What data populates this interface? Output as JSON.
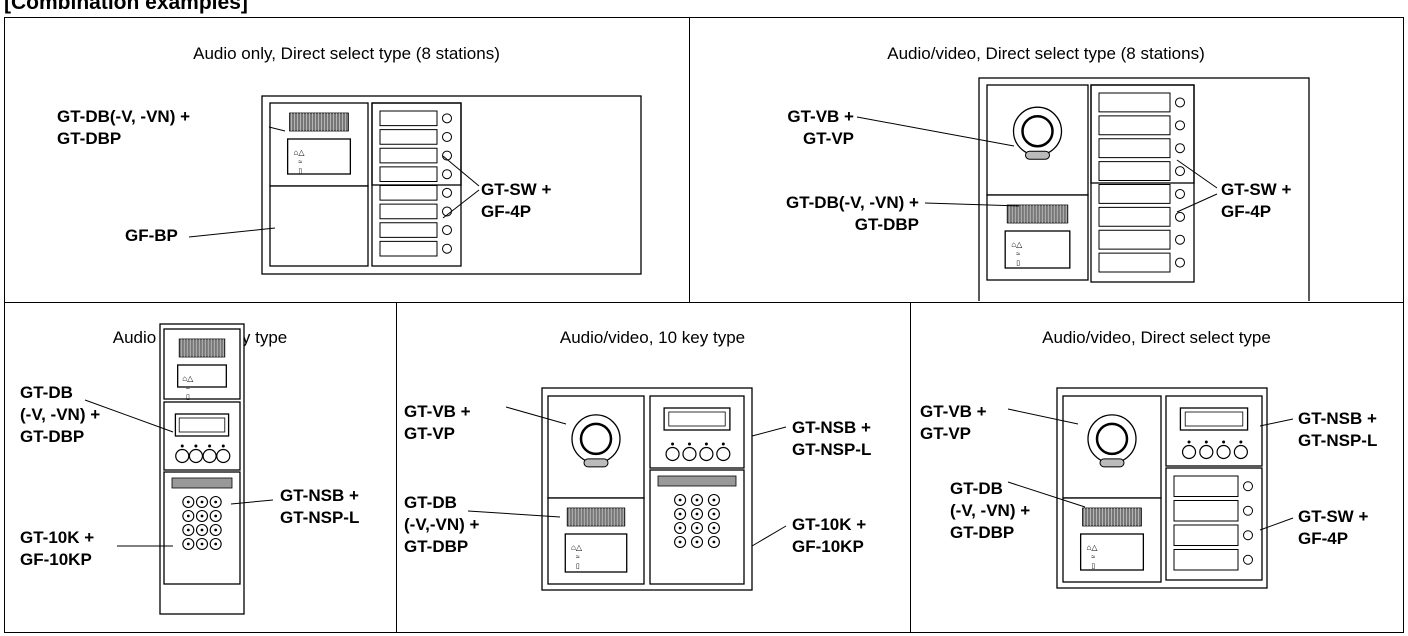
{
  "page": {
    "title": "[Combination examples]"
  },
  "panels": [
    {
      "title": "Audio only, Direct select type (8 stations)",
      "labels": {
        "db": [
          "GT-DB(-V, -VN) +",
          "GT-DBP"
        ],
        "bp": [
          "GF-BP"
        ],
        "sw": [
          "GT-SW +",
          "GF-4P"
        ]
      }
    },
    {
      "title": "Audio/video, Direct select type (8 stations)",
      "labels": {
        "vb": [
          "GT-VB +",
          "GT-VP"
        ],
        "db": [
          "GT-DB(-V, -VN) +",
          "GT-DBP"
        ],
        "sw": [
          "GT-SW +",
          "GF-4P"
        ]
      }
    },
    {
      "title": "Audio only, 10 key type",
      "labels": {
        "db": [
          "GT-DB",
          "(-V, -VN) +",
          "GT-DBP"
        ],
        "k10": [
          "GT-10K +",
          "GF-10KP"
        ],
        "nsb": [
          "GT-NSB +",
          "GT-NSP-L"
        ]
      }
    },
    {
      "title": "Audio/video, 10 key type",
      "labels": {
        "vb": [
          "GT-VB +",
          "GT-VP"
        ],
        "db": [
          "GT-DB",
          "(-V,-VN) +",
          "GT-DBP"
        ],
        "nsb": [
          "GT-NSB +",
          "GT-NSP-L"
        ],
        "k10": [
          "GT-10K +",
          "GF-10KP"
        ]
      }
    },
    {
      "title": "Audio/video, Direct select type",
      "labels": {
        "vb": [
          "GT-VB +",
          "GT-VP"
        ],
        "db": [
          "GT-DB",
          "(-V, -VN) +",
          "GT-DBP"
        ],
        "nsb": [
          "GT-NSB +",
          "GT-NSP-L"
        ],
        "sw": [
          "GT-SW +",
          "GF-4P"
        ]
      }
    }
  ]
}
